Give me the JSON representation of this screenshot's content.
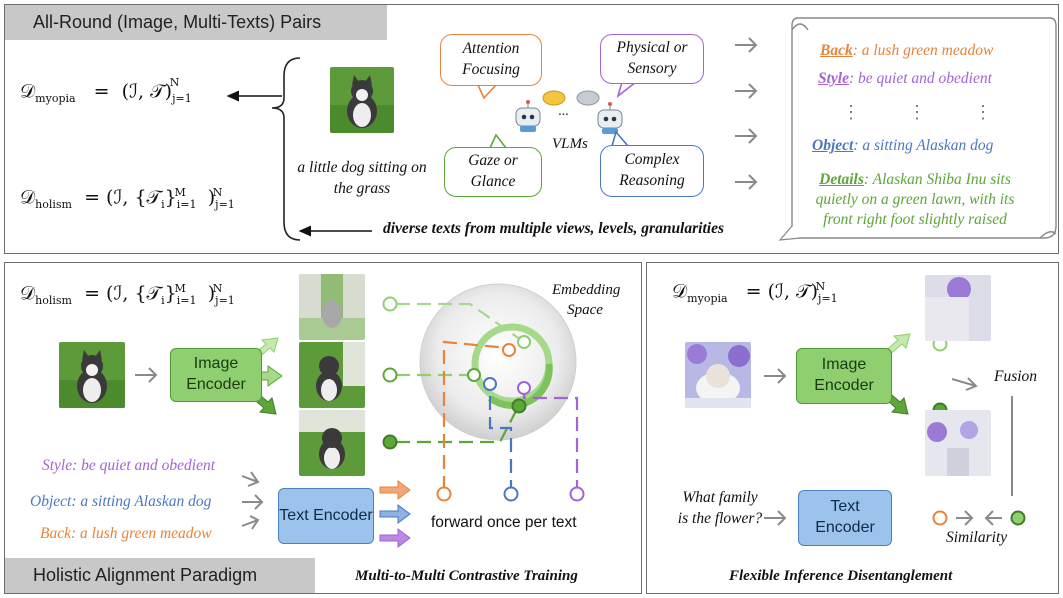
{
  "top": {
    "title": "All-Round (Image, Multi-Texts) Pairs",
    "myopia_label": "myopia",
    "holism_label": "holism",
    "caption": "a little dog sitting on the grass",
    "diverse": "diverse texts from multiple views, levels, granularities",
    "bubbles": {
      "attention": "Attention Focusing",
      "physical": "Physical or Sensory",
      "gaze": "Gaze or Glance",
      "complex": "Complex Reasoning"
    },
    "vlms": "VLMs",
    "dots": "···",
    "scroll": {
      "back_key": "Back",
      "back_val": ": a lush green meadow",
      "style_key": "Style",
      "style_val": ": be quiet and obedient",
      "vdots": "⋮",
      "object_key": "Object",
      "object_val": ": a sitting Alaskan dog",
      "details_key": "Details",
      "details_val": ": Alaskan Shiba Inu sits quietly on a green lawn, with its front right foot slightly raised"
    }
  },
  "left": {
    "title": "Holistic Alignment Paradigm",
    "holism_label": "holism",
    "image_encoder": "Image Encoder",
    "text_encoder": "Text Encoder",
    "embedding": "Embedding Space",
    "style_text": "Style: be quiet and obedient",
    "object_text": "Object: a sitting Alaskan dog",
    "back_text": "Back: a lush green meadow",
    "forward": "forward once per text",
    "caption": "Multi-to-Multi Contrastive Training"
  },
  "right": {
    "myopia_label": "myopia",
    "image_encoder": "Image Encoder",
    "text_encoder": "Text Encoder",
    "question": "What family is the flower?",
    "fusion": "Fusion",
    "similarity": "Similarity",
    "caption": "Flexible Inference Disentanglement"
  },
  "colors": {
    "orange": "#e8833a",
    "purple": "#a463d6",
    "blue": "#4a78c0",
    "green": "#5da63a",
    "light_green": "#a6d98a",
    "gray_arrow": "#8a8a8a"
  },
  "icons": [
    "robot-icon",
    "speech-bubble-icon",
    "gray-arrow-icon"
  ]
}
